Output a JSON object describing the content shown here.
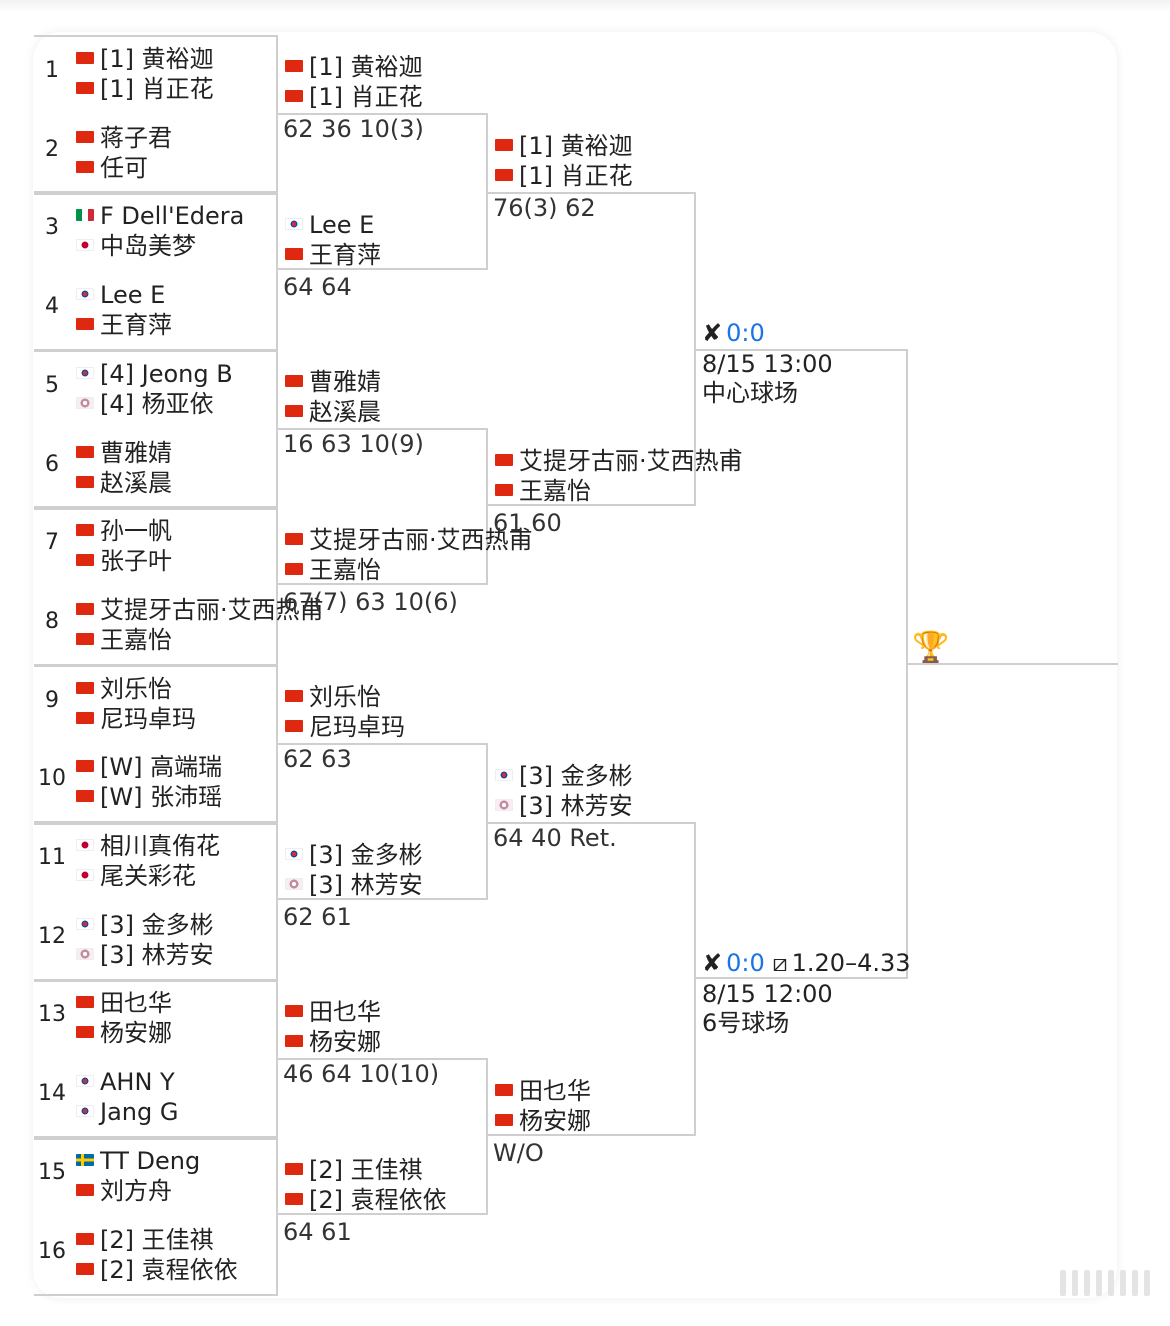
{
  "round1": [
    {
      "num": "1",
      "p1": {
        "flag": "cn",
        "name": "[1] 黄裕迦"
      },
      "p2": {
        "flag": "cn",
        "name": "[1] 肖正花"
      }
    },
    {
      "num": "2",
      "p1": {
        "flag": "cn",
        "name": "蒋子君"
      },
      "p2": {
        "flag": "cn",
        "name": "任可"
      }
    },
    {
      "num": "3",
      "p1": {
        "flag": "it",
        "name": "F Dell'Edera"
      },
      "p2": {
        "flag": "jp",
        "name": "中岛美梦"
      }
    },
    {
      "num": "4",
      "p1": {
        "flag": "kr",
        "name": "Lee E"
      },
      "p2": {
        "flag": "cn",
        "name": "王育萍"
      }
    },
    {
      "num": "5",
      "p1": {
        "flag": "kr",
        "name": "[4] Jeong B"
      },
      "p2": {
        "flag": "tw",
        "name": "[4] 杨亚依"
      }
    },
    {
      "num": "6",
      "p1": {
        "flag": "cn",
        "name": "曹雅婧"
      },
      "p2": {
        "flag": "cn",
        "name": "赵溪晨"
      }
    },
    {
      "num": "7",
      "p1": {
        "flag": "cn",
        "name": "孙一帆"
      },
      "p2": {
        "flag": "cn",
        "name": "张子叶"
      }
    },
    {
      "num": "8",
      "p1": {
        "flag": "cn",
        "name": "艾提牙古丽·艾西热甫"
      },
      "p2": {
        "flag": "cn",
        "name": "王嘉怡"
      }
    },
    {
      "num": "9",
      "p1": {
        "flag": "cn",
        "name": "刘乐怡"
      },
      "p2": {
        "flag": "cn",
        "name": "尼玛卓玛"
      }
    },
    {
      "num": "10",
      "p1": {
        "flag": "cn",
        "name": "[W] 高端瑞"
      },
      "p2": {
        "flag": "cn",
        "name": "[W] 张沛瑶"
      }
    },
    {
      "num": "11",
      "p1": {
        "flag": "jp",
        "name": "相川真侑花"
      },
      "p2": {
        "flag": "jp",
        "name": "尾关彩花"
      }
    },
    {
      "num": "12",
      "p1": {
        "flag": "kr",
        "name": "[3] 金多彬"
      },
      "p2": {
        "flag": "tw",
        "name": "[3] 林芳安"
      }
    },
    {
      "num": "13",
      "p1": {
        "flag": "cn",
        "name": "田乜华"
      },
      "p2": {
        "flag": "cn",
        "name": "杨安娜"
      }
    },
    {
      "num": "14",
      "p1": {
        "flag": "kr",
        "name": "AHN Y"
      },
      "p2": {
        "flag": "kr",
        "name": "Jang G"
      }
    },
    {
      "num": "15",
      "p1": {
        "flag": "se",
        "name": "TT Deng"
      },
      "p2": {
        "flag": "cn",
        "name": "刘方舟"
      }
    },
    {
      "num": "16",
      "p1": {
        "flag": "cn",
        "name": "[2] 王佳祺"
      },
      "p2": {
        "flag": "cn",
        "name": "[2] 袁程依依"
      }
    }
  ],
  "round2": [
    {
      "p1": {
        "flag": "cn",
        "name": "[1] 黄裕迦"
      },
      "p2": {
        "flag": "cn",
        "name": "[1] 肖正花"
      },
      "score": "62 36 10(3)"
    },
    {
      "p1": {
        "flag": "kr",
        "name": "Lee E"
      },
      "p2": {
        "flag": "cn",
        "name": "王育萍"
      },
      "score": "64 64"
    },
    {
      "p1": {
        "flag": "cn",
        "name": "曹雅婧"
      },
      "p2": {
        "flag": "cn",
        "name": "赵溪晨"
      },
      "score": "16 63 10(9)"
    },
    {
      "p1": {
        "flag": "cn",
        "name": "艾提牙古丽·艾西热甫"
      },
      "p2": {
        "flag": "cn",
        "name": "王嘉怡"
      },
      "score": "67(7) 63 10(6)"
    },
    {
      "p1": {
        "flag": "cn",
        "name": "刘乐怡"
      },
      "p2": {
        "flag": "cn",
        "name": "尼玛卓玛"
      },
      "score": "62 63"
    },
    {
      "p1": {
        "flag": "kr",
        "name": "[3] 金多彬"
      },
      "p2": {
        "flag": "tw",
        "name": "[3] 林芳安"
      },
      "score": "62 61"
    },
    {
      "p1": {
        "flag": "cn",
        "name": "田乜华"
      },
      "p2": {
        "flag": "cn",
        "name": "杨安娜"
      },
      "score": "46 64 10(10)"
    },
    {
      "p1": {
        "flag": "cn",
        "name": "[2] 王佳祺"
      },
      "p2": {
        "flag": "cn",
        "name": "[2] 袁程依依"
      },
      "score": "64 61"
    }
  ],
  "quarterfinals": [
    {
      "p1": {
        "flag": "cn",
        "name": "[1] 黄裕迦"
      },
      "p2": {
        "flag": "cn",
        "name": "[1] 肖正花"
      },
      "score": "76(3) 62"
    },
    {
      "p1": {
        "flag": "cn",
        "name": "艾提牙古丽·艾西热甫"
      },
      "p2": {
        "flag": "cn",
        "name": "王嘉怡"
      },
      "score": "61 60"
    },
    {
      "p1": {
        "flag": "kr",
        "name": "[3] 金多彬"
      },
      "p2": {
        "flag": "tw",
        "name": "[3] 林芳安"
      },
      "score": "64 40 Ret."
    },
    {
      "p1": {
        "flag": "cn",
        "name": "田乜华"
      },
      "p2": {
        "flag": "cn",
        "name": "杨安娜"
      },
      "score": "W/O"
    }
  ],
  "semifinals": [
    {
      "h2h": "0:0",
      "odds": "",
      "datetime": "8/15 13:00",
      "court": "中心球场"
    },
    {
      "h2h": "0:0",
      "odds": "1.20–4.33",
      "datetime": "8/15 12:00",
      "court": "6号球场"
    }
  ],
  "icons": {
    "h2h": "crossed-rackets-icon",
    "odds": "chart-line-icon",
    "final": "trophy-icon"
  },
  "colors": {
    "link": "#1a73e8",
    "border": "#cfcfcf",
    "trophy": "#e3a21a"
  }
}
